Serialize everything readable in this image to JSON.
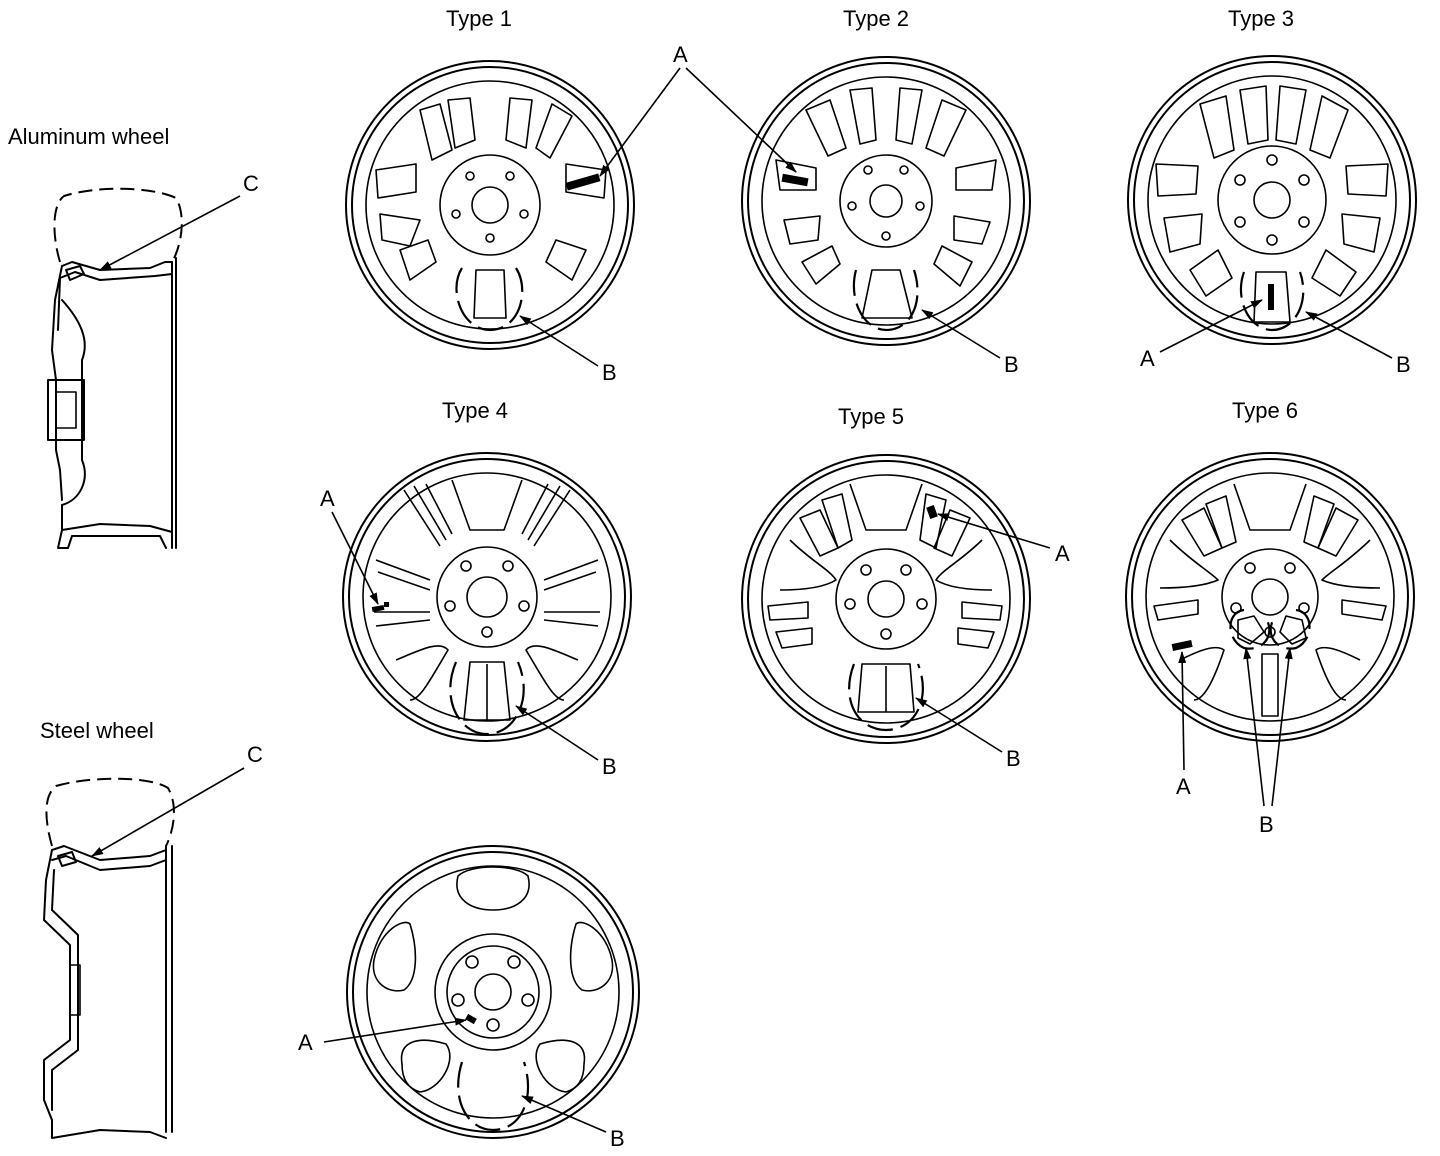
{
  "labels": {
    "aluminum_wheel": "Aluminum wheel",
    "steel_wheel": "Steel wheel",
    "type1": "Type 1",
    "type2": "Type 2",
    "type3": "Type 3",
    "type4": "Type 4",
    "type5": "Type 5",
    "type6": "Type 6",
    "A": "A",
    "B": "B",
    "C": "C"
  }
}
